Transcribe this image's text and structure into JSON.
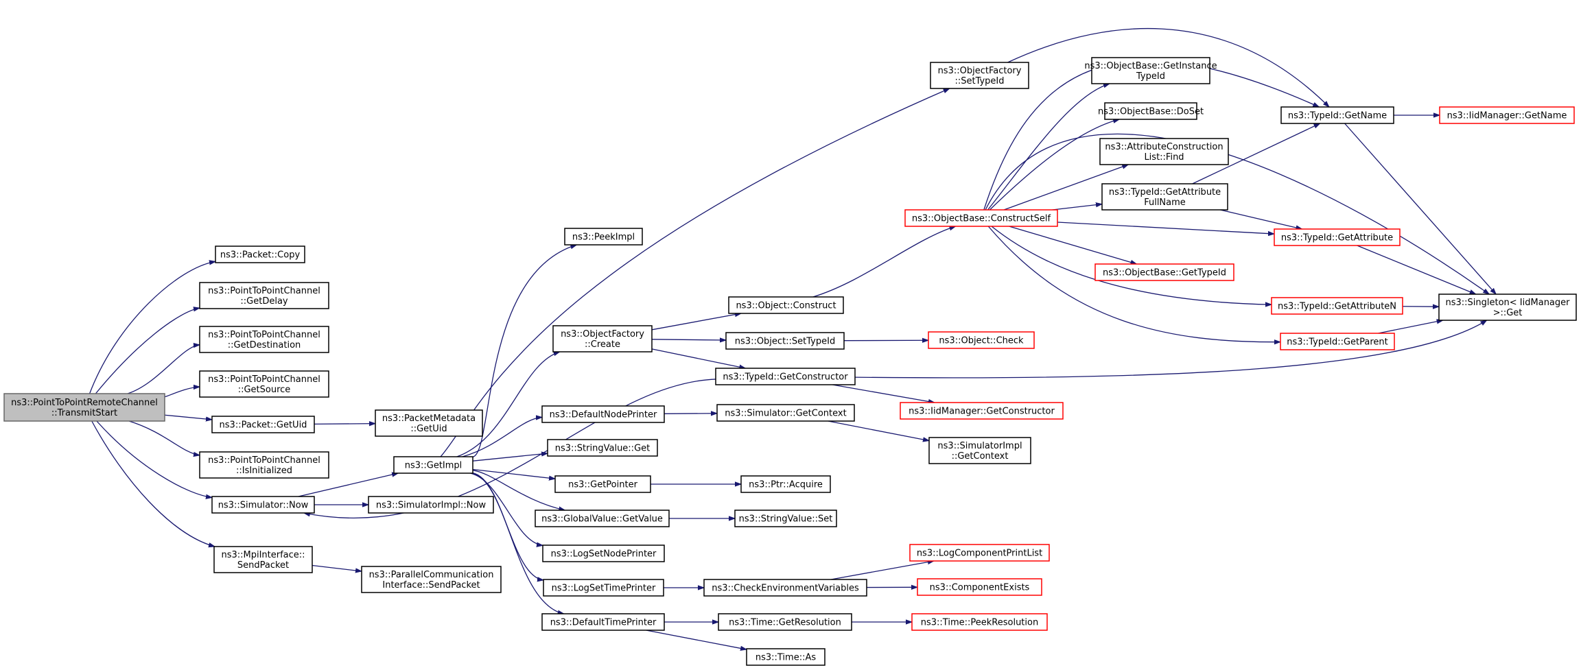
{
  "graph": {
    "edge_color": "#191970",
    "node_border": "#000000",
    "node_border_incomplete": "#ff0000",
    "root_fill": "#bfbfbf",
    "nodes": [
      {
        "id": "root",
        "lines": [
          "ns3::PointToPointRemoteChannel",
          "::TransmitStart"
        ],
        "style": "root"
      },
      {
        "id": "packet_copy",
        "lines": [
          "ns3::Packet::Copy"
        ],
        "style": "normal"
      },
      {
        "id": "p2p_getdelay",
        "lines": [
          "ns3::PointToPointChannel",
          "::GetDelay"
        ],
        "style": "normal"
      },
      {
        "id": "p2p_getdest",
        "lines": [
          "ns3::PointToPointChannel",
          "::GetDestination"
        ],
        "style": "normal"
      },
      {
        "id": "p2p_getsource",
        "lines": [
          "ns3::PointToPointChannel",
          "::GetSource"
        ],
        "style": "normal"
      },
      {
        "id": "packet_getuid",
        "lines": [
          "ns3::Packet::GetUid"
        ],
        "style": "normal"
      },
      {
        "id": "pktmeta_getuid",
        "lines": [
          "ns3::PacketMetadata",
          "::GetUid"
        ],
        "style": "normal"
      },
      {
        "id": "p2p_isinit",
        "lines": [
          "ns3::PointToPointChannel",
          "::IsInitialized"
        ],
        "style": "normal"
      },
      {
        "id": "sim_now",
        "lines": [
          "ns3::Simulator::Now"
        ],
        "style": "normal"
      },
      {
        "id": "simimpl_now",
        "lines": [
          "ns3::SimulatorImpl::Now"
        ],
        "style": "normal"
      },
      {
        "id": "mpi_send",
        "lines": [
          "ns3::MpiInterface::",
          "SendPacket"
        ],
        "style": "normal"
      },
      {
        "id": "parallel_send",
        "lines": [
          "ns3::ParallelCommunication",
          "Interface::SendPacket"
        ],
        "style": "normal"
      },
      {
        "id": "getimpl",
        "lines": [
          "ns3::GetImpl"
        ],
        "style": "normal"
      },
      {
        "id": "peekimpl",
        "lines": [
          "ns3::PeekImpl"
        ],
        "style": "normal"
      },
      {
        "id": "objfactory_create",
        "lines": [
          "ns3::ObjectFactory",
          "::Create"
        ],
        "style": "normal"
      },
      {
        "id": "defaultnodeprinter",
        "lines": [
          "ns3::DefaultNodePrinter"
        ],
        "style": "normal"
      },
      {
        "id": "stringvalue_get",
        "lines": [
          "ns3::StringValue::Get"
        ],
        "style": "normal"
      },
      {
        "id": "getpointer",
        "lines": [
          "ns3::GetPointer"
        ],
        "style": "normal"
      },
      {
        "id": "globalvalue_getvalue",
        "lines": [
          "ns3::GlobalValue::GetValue"
        ],
        "style": "normal"
      },
      {
        "id": "logsetnodeprinter",
        "lines": [
          "ns3::LogSetNodePrinter"
        ],
        "style": "normal"
      },
      {
        "id": "logsettimeprinter",
        "lines": [
          "ns3::LogSetTimePrinter"
        ],
        "style": "normal"
      },
      {
        "id": "defaulttimeprinter",
        "lines": [
          "ns3::DefaultTimePrinter"
        ],
        "style": "normal"
      },
      {
        "id": "objfactory_settypeid",
        "lines": [
          "ns3::ObjectFactory",
          "::SetTypeId"
        ],
        "style": "normal"
      },
      {
        "id": "object_construct",
        "lines": [
          "ns3::Object::Construct"
        ],
        "style": "normal"
      },
      {
        "id": "object_settypeid",
        "lines": [
          "ns3::Object::SetTypeId"
        ],
        "style": "normal"
      },
      {
        "id": "typeid_getconstructor",
        "lines": [
          "ns3::TypeId::GetConstructor"
        ],
        "style": "normal"
      },
      {
        "id": "sim_getcontext",
        "lines": [
          "ns3::Simulator::GetContext"
        ],
        "style": "normal"
      },
      {
        "id": "ptr_acquire",
        "lines": [
          "ns3::Ptr::Acquire"
        ],
        "style": "normal"
      },
      {
        "id": "stringvalue_set",
        "lines": [
          "ns3::StringValue::Set"
        ],
        "style": "normal"
      },
      {
        "id": "checkenv",
        "lines": [
          "ns3::CheckEnvironmentVariables"
        ],
        "style": "normal"
      },
      {
        "id": "time_getresolution",
        "lines": [
          "ns3::Time::GetResolution"
        ],
        "style": "normal"
      },
      {
        "id": "time_as",
        "lines": [
          "ns3::Time::As"
        ],
        "style": "normal"
      },
      {
        "id": "objbase_constructself",
        "lines": [
          "ns3::ObjectBase::ConstructSelf"
        ],
        "style": "red"
      },
      {
        "id": "object_check",
        "lines": [
          "ns3::Object::Check"
        ],
        "style": "red"
      },
      {
        "id": "iidmanager_getconstructor",
        "lines": [
          "ns3::IidManager::GetConstructor"
        ],
        "style": "red"
      },
      {
        "id": "simimpl_getcontext",
        "lines": [
          "ns3::SimulatorImpl",
          "::GetContext"
        ],
        "style": "normal"
      },
      {
        "id": "logcomponentprintlist",
        "lines": [
          "ns3::LogComponentPrintList"
        ],
        "style": "red"
      },
      {
        "id": "componentexists",
        "lines": [
          "ns3::ComponentExists"
        ],
        "style": "red"
      },
      {
        "id": "time_peekresolution",
        "lines": [
          "ns3::Time::PeekResolution"
        ],
        "style": "red"
      },
      {
        "id": "objbase_getinstancetypeid",
        "lines": [
          "ns3::ObjectBase::GetInstance",
          "TypeId"
        ],
        "style": "normal"
      },
      {
        "id": "objbase_doset",
        "lines": [
          "ns3::ObjectBase::DoSet"
        ],
        "style": "normal"
      },
      {
        "id": "attrconstrlist_find",
        "lines": [
          "ns3::AttributeConstruction",
          "List::Find"
        ],
        "style": "normal"
      },
      {
        "id": "typeid_getattrfullname",
        "lines": [
          "ns3::TypeId::GetAttribute",
          "FullName"
        ],
        "style": "normal"
      },
      {
        "id": "objbase_gettypeid",
        "lines": [
          "ns3::ObjectBase::GetTypeId"
        ],
        "style": "red"
      },
      {
        "id": "typeid_getname",
        "lines": [
          "ns3::TypeId::GetName"
        ],
        "style": "normal"
      },
      {
        "id": "typeid_getattribute",
        "lines": [
          "ns3::TypeId::GetAttribute"
        ],
        "style": "red"
      },
      {
        "id": "typeid_getattributen",
        "lines": [
          "ns3::TypeId::GetAttributeN"
        ],
        "style": "red"
      },
      {
        "id": "typeid_getparent",
        "lines": [
          "ns3::TypeId::GetParent"
        ],
        "style": "red"
      },
      {
        "id": "iidmanager_getname",
        "lines": [
          "ns3::IidManager::GetName"
        ],
        "style": "red"
      },
      {
        "id": "singleton_get",
        "lines": [
          "ns3::Singleton< IidManager",
          " >::Get"
        ],
        "style": "normal"
      }
    ]
  }
}
